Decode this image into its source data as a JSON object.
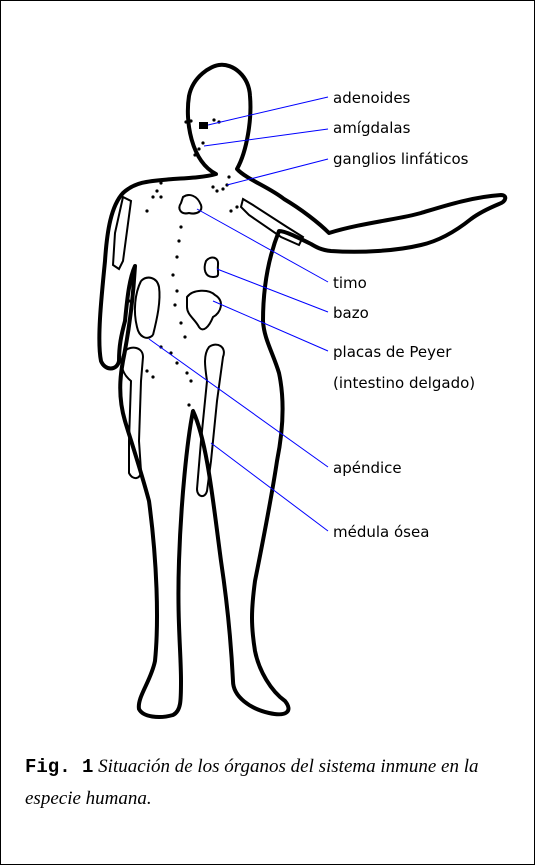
{
  "labels": {
    "adenoides": "adenoides",
    "amigdalas": "amígdalas",
    "ganglios": "ganglios linfáticos",
    "timo": "timo",
    "bazo": "bazo",
    "placas_1": "placas de Peyer",
    "placas_2": "(intestino delgado)",
    "apendice": "apéndice",
    "medula": "médula ósea"
  },
  "caption": {
    "fig_label": "Fig. 1",
    "text": "Situación de los órganos del sistema inmune en la especie humana."
  },
  "colors": {
    "leader_line": "#0000ff",
    "outline": "#000000"
  }
}
